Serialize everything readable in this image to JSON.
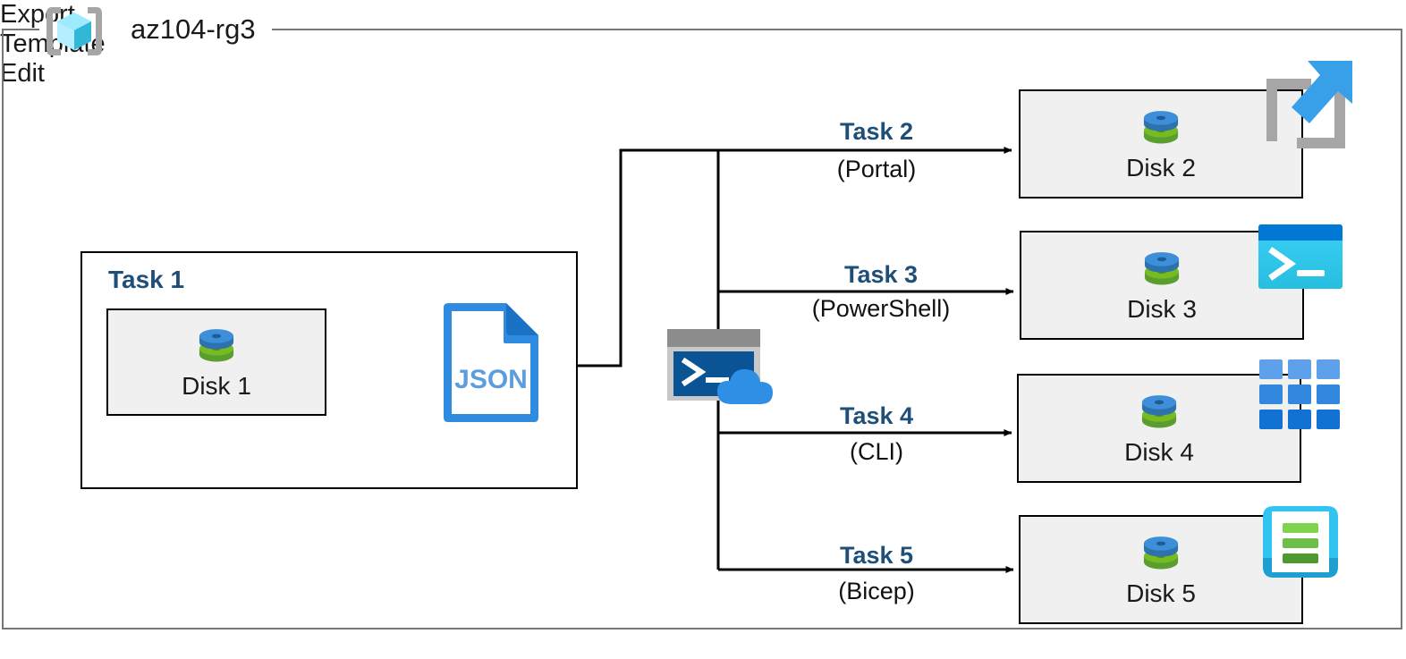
{
  "diagram": {
    "type": "azure-architecture-diagram",
    "resource_group": {
      "name": "az104-rg3",
      "icon": "azure-resource-group-icon"
    },
    "task1": {
      "title": "Task 1",
      "source_disk": {
        "label": "Disk 1",
        "icon": "managed-disk-icon"
      },
      "edge_label": "Export",
      "template": {
        "file_type": "JSON",
        "caption": "Template",
        "icon": "json-file-icon"
      }
    },
    "edit_label": "Edit",
    "cloud_shell": {
      "icon": "cloud-shell-icon"
    },
    "flows": [
      {
        "task": "Task 2",
        "tool": "(Portal)",
        "target_label": "Disk 2",
        "target_icon": "azure-portal-icon",
        "disk_icon": "managed-disk-icon"
      },
      {
        "task": "Task 3",
        "tool": "(PowerShell)",
        "target_label": "Disk 3",
        "target_icon": "powershell-icon",
        "disk_icon": "managed-disk-icon"
      },
      {
        "task": "Task 4",
        "tool": "(CLI)",
        "target_label": "Disk 4",
        "target_icon": "azure-cli-icon",
        "disk_icon": "managed-disk-icon"
      },
      {
        "task": "Task 5",
        "tool": "(Bicep)",
        "target_label": "Disk 5",
        "target_icon": "bicep-icon",
        "disk_icon": "managed-disk-icon"
      }
    ],
    "colors": {
      "task_heading": "#1F4E79",
      "box_fill": "#F0F0F0",
      "box_border": "#000000",
      "frame_border": "#777777",
      "disk_top": "#3C8FD8",
      "disk_bottom": "#76BC21",
      "json_blue": "#2E8BE0",
      "portal_gray": "#A6A6A6",
      "portal_arrow": "#37A0E8",
      "powershell_dark": "#0078D4",
      "powershell_light": "#32C5F4",
      "cli_blue": "#2B88D8",
      "bicep_cyan": "#31C4F3",
      "bicep_green": "#6CC04A"
    }
  }
}
